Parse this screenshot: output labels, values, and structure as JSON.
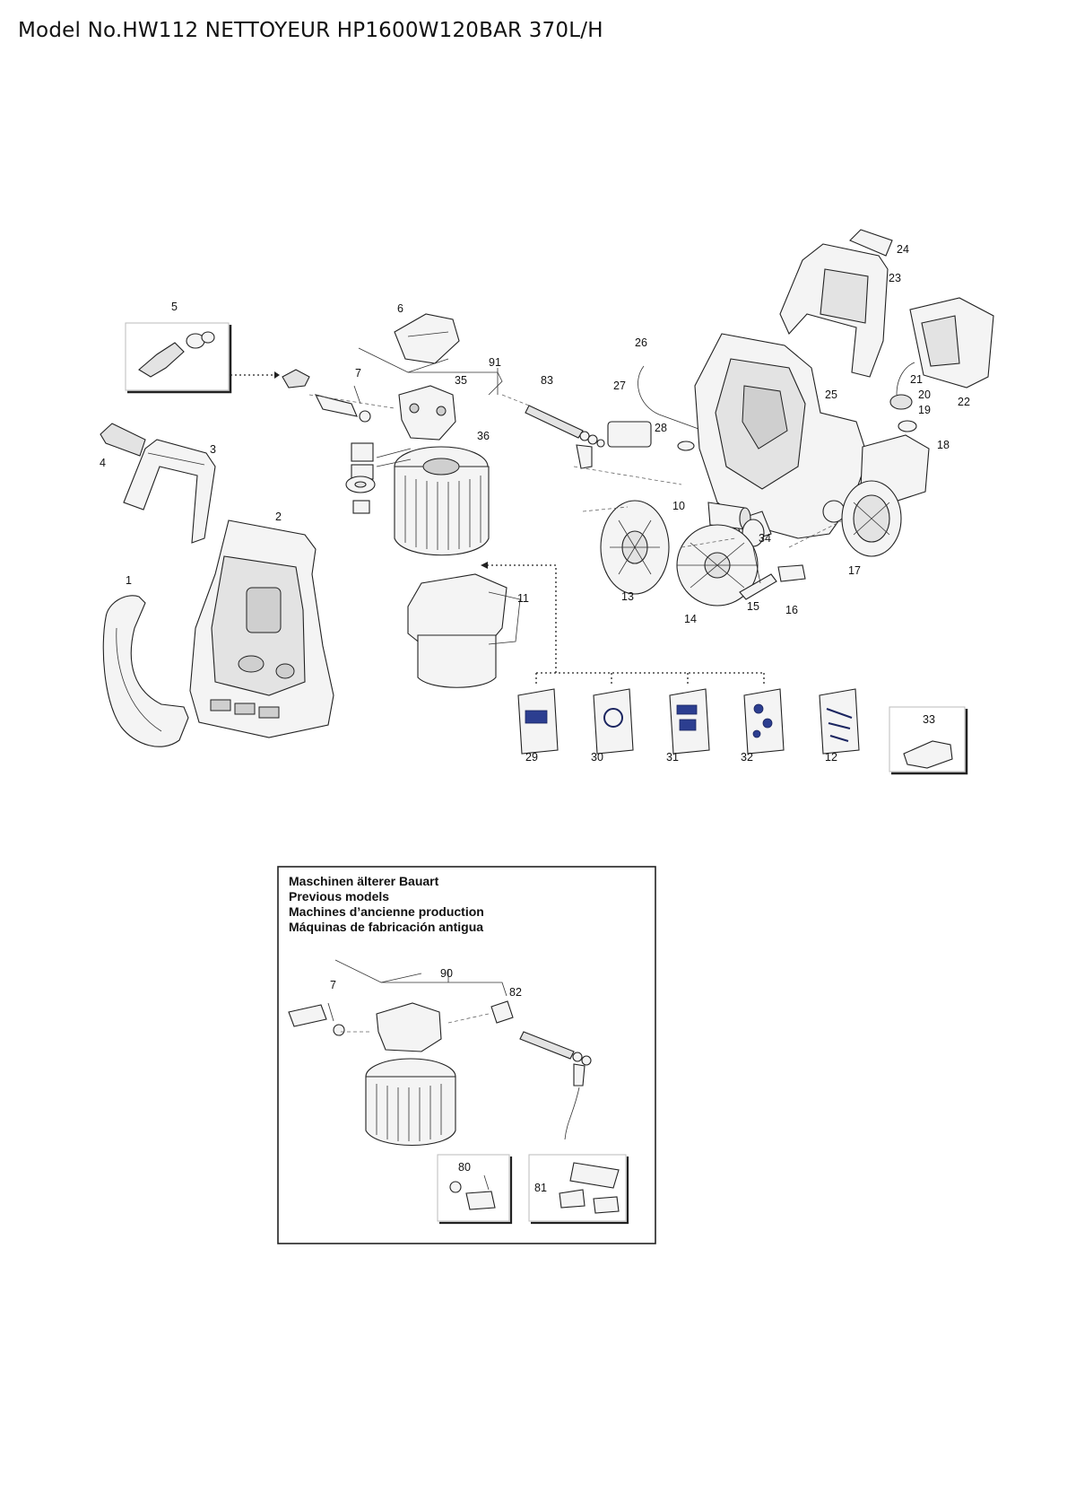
{
  "title": "Model No.HW112 NETTOYEUR HP1600W120BAR 370L/H",
  "callouts": {
    "c1": "1",
    "c2": "2",
    "c3": "3",
    "c4": "4",
    "c5": "5",
    "c6": "6",
    "c7": "7",
    "c10": "10",
    "c11": "11",
    "c12": "12",
    "c13": "13",
    "c14": "14",
    "c15": "15",
    "c16": "16",
    "c17": "17",
    "c18": "18",
    "c19": "19",
    "c20": "20",
    "c21": "21",
    "c22": "22",
    "c23": "23",
    "c24": "24",
    "c25": "25",
    "c26": "26",
    "c27": "27",
    "c28": "28",
    "c29": "29",
    "c30": "30",
    "c31": "31",
    "c32": "32",
    "c33": "33",
    "c34": "34",
    "c35": "35",
    "c36": "36",
    "c83": "83",
    "c91": "91"
  },
  "old_models": {
    "heading": [
      "Maschinen älterer Bauart",
      "Previous models",
      "Machines d’ancienne production",
      "Máquinas de fabricación antigua"
    ],
    "callouts": {
      "c7": "7",
      "c80": "80",
      "c81": "81",
      "c82": "82",
      "c90": "90"
    }
  }
}
